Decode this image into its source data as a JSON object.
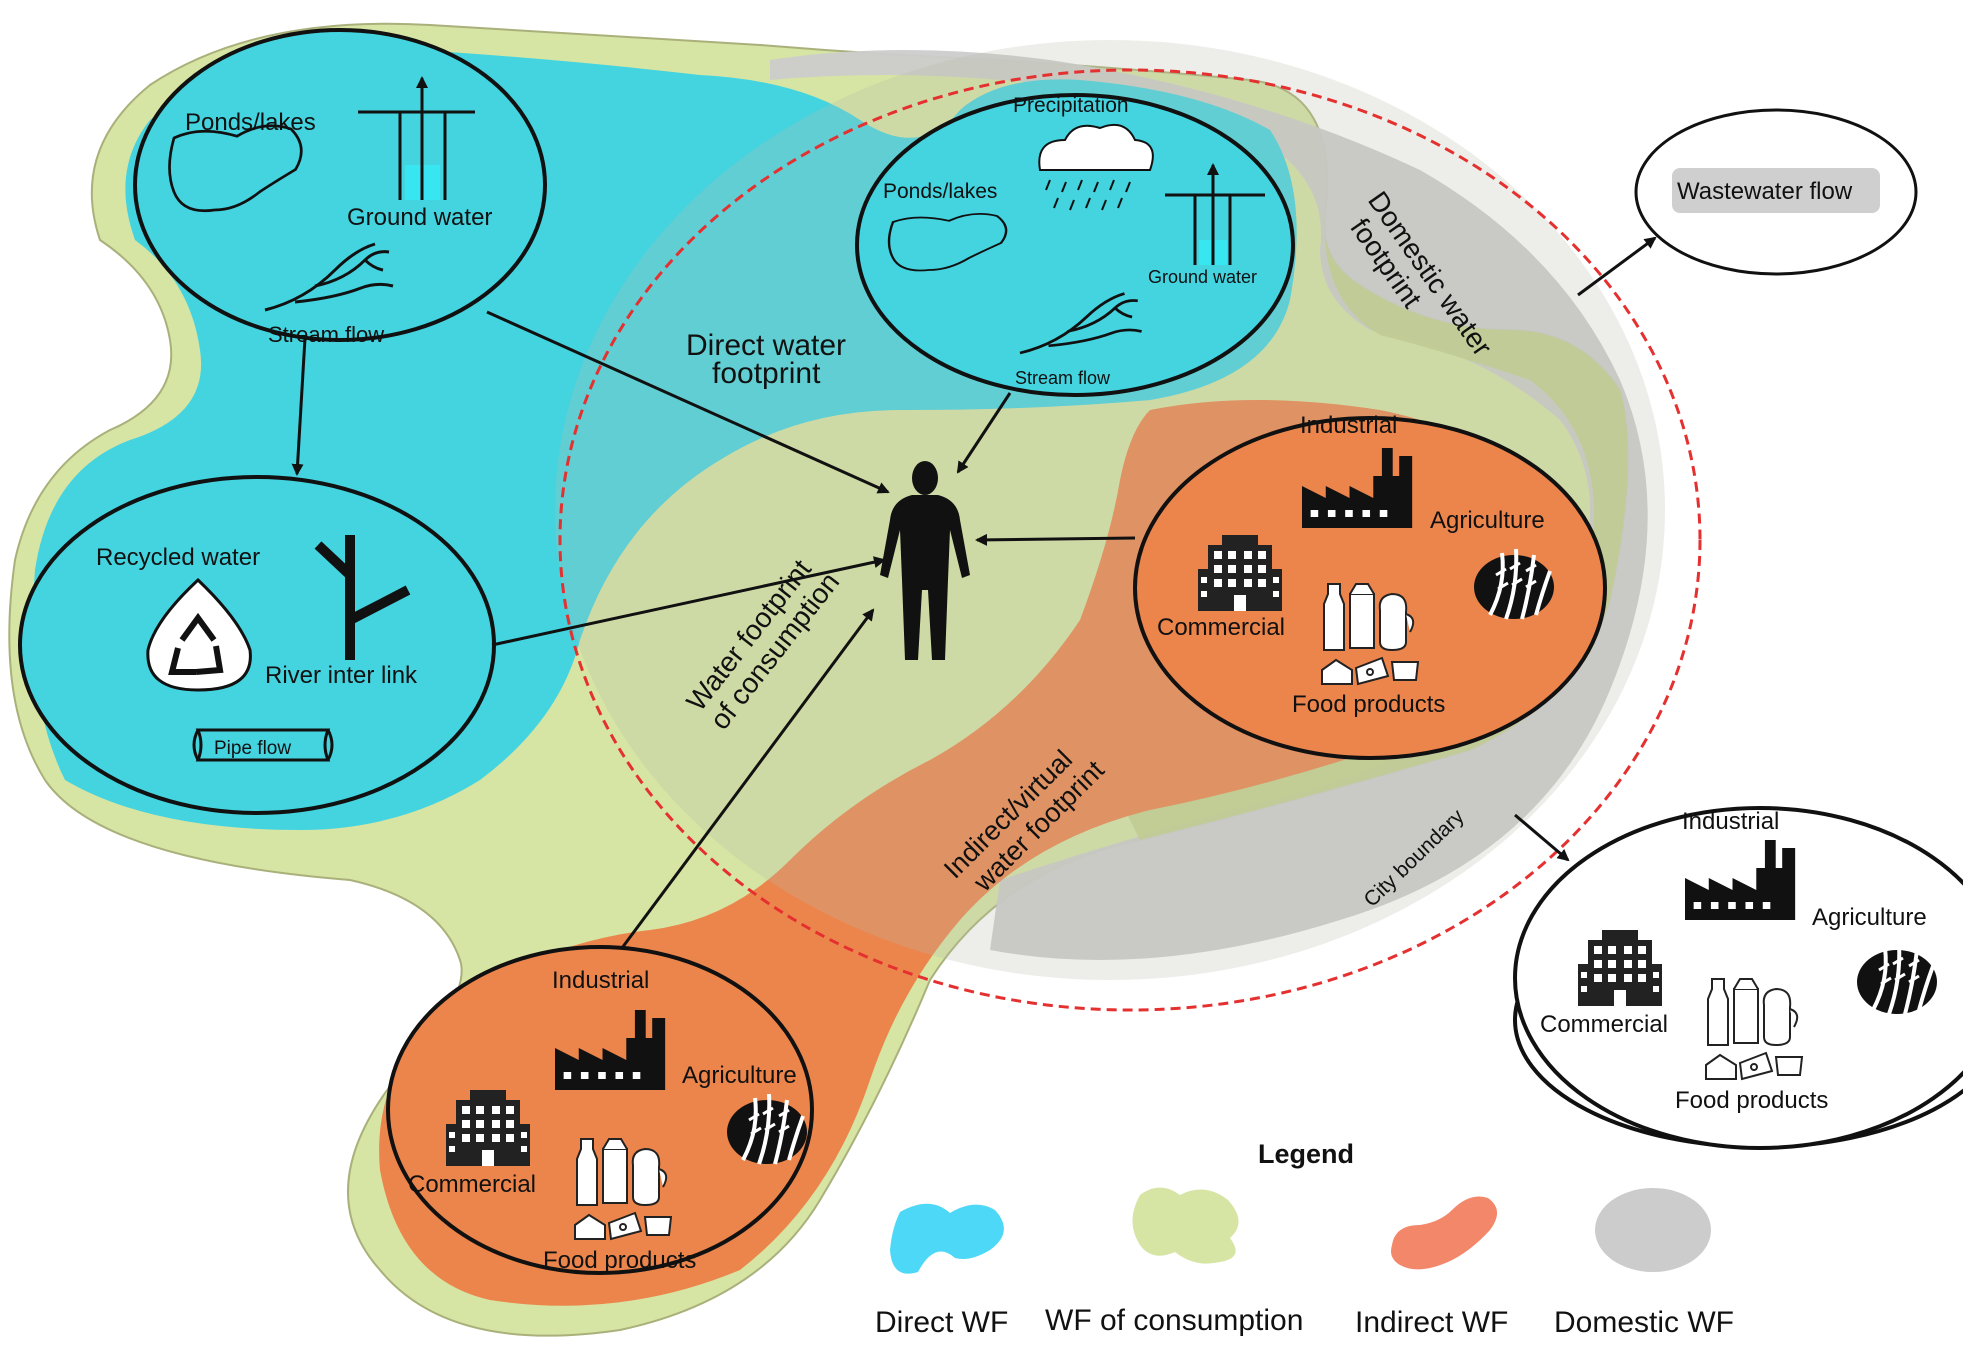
{
  "colors": {
    "direct": "#43d4e0",
    "consumption": "#d6e4a4",
    "consumption_inner": "#c3d08d",
    "indirect": "#ec854c",
    "domestic": "#cccccc",
    "city_boundary": "#e53030",
    "legend_direct": "#4dd8f7",
    "legend_indirect": "#f3876a"
  },
  "icons": {
    "pond": "pond-outline-icon",
    "well": "ground-water-well-icon",
    "stream": "stream-branch-icon",
    "rain": "rain-cloud-icon",
    "recycle": "recycle-droplet-icon",
    "river": "river-interlink-icon",
    "pipe": "pipe-icon",
    "person": "person-silhouette-icon",
    "factory": "factory-icon",
    "building": "office-building-icon",
    "wheat": "wheat-icon",
    "food": "food-products-icon"
  },
  "source1": {
    "ponds": "Ponds/lakes",
    "ground": "Ground water",
    "stream": "Stream flow"
  },
  "source2": {
    "precip": "Precipitation",
    "ponds": "Ponds/lakes",
    "ground": "Ground water",
    "stream": "Stream flow"
  },
  "source3": {
    "recycled": "Recycled water",
    "river": "River inter link",
    "pipe": "Pipe flow"
  },
  "regions": {
    "direct_l1": "Direct water",
    "direct_l2": "footprint",
    "consumption_l1": "Water footprint",
    "consumption_l2": "of consumption",
    "indirect_l1": "Indirect/virtual",
    "indirect_l2": "water footprint",
    "domestic_l1": "Domestic water",
    "domestic_l2": "footprint",
    "city": "City boundary"
  },
  "sectors_inner": {
    "industrial": "Industrial",
    "agriculture": "Agriculture",
    "commercial": "Commercial",
    "food": "Food products"
  },
  "sectors_bottom": {
    "industrial": "Industrial",
    "agriculture": "Agriculture",
    "commercial": "Commercial",
    "food": "Food products"
  },
  "sectors_outer": {
    "industrial": "Industrial",
    "agriculture": "Agriculture",
    "commercial": "Commercial",
    "food": "Food products"
  },
  "wastewater": "Wastewater flow",
  "legend": {
    "title": "Legend",
    "direct": "Direct WF",
    "consumption": "WF of consumption",
    "indirect": "Indirect WF",
    "domestic": "Domestic WF"
  }
}
